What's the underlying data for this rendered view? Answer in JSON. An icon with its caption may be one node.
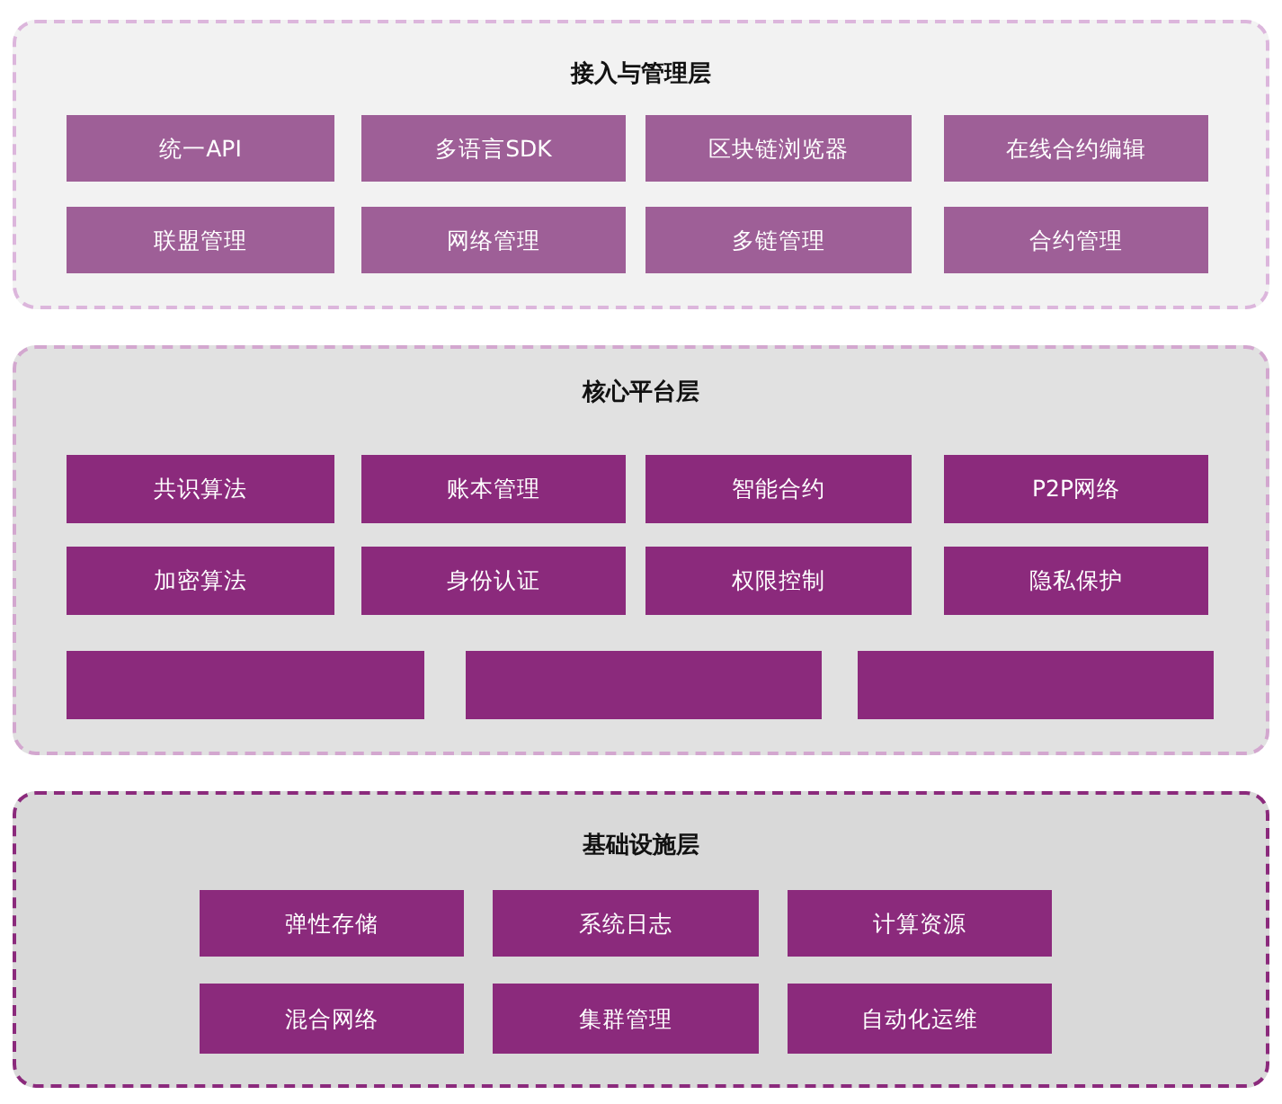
{
  "diagram": {
    "nodes": [
      {
        "text": [
          "接入与管理层"
        ]
      },
      {
        "text": [
          "统一API"
        ],
        "in": 0
      },
      {
        "text": [
          "多语言SDK"
        ],
        "in": 0
      },
      {
        "text": [
          "区块链浏览器"
        ],
        "in": 0
      },
      {
        "text": [
          "在线合约编辑"
        ],
        "in": 0
      },
      {
        "text": [
          "联盟管理"
        ],
        "in": 0
      },
      {
        "text": [
          "网络管理"
        ],
        "in": 0
      },
      {
        "text": [
          "多链管理"
        ],
        "in": 0
      },
      {
        "text": [
          "合约管理"
        ],
        "in": 0
      },
      {
        "text": [
          "核心平台层"
        ]
      },
      {
        "text": [
          "共识算法"
        ],
        "in": 9
      },
      {
        "text": [
          "账本管理"
        ],
        "in": 9
      },
      {
        "text": [
          "智能合约"
        ],
        "in": 9
      },
      {
        "text": [
          "P2P网络"
        ],
        "in": 9
      },
      {
        "text": [
          "加密算法"
        ],
        "in": 9
      },
      {
        "text": [
          "身份认证"
        ],
        "in": 9
      },
      {
        "text": [
          "权限控制"
        ],
        "in": 9
      },
      {
        "text": [
          "隐私保护"
        ],
        "in": 9
      },
      {
        "text": [],
        "shape": "box",
        "in": 9
      },
      {
        "text": [],
        "shape": "box",
        "in": 9
      },
      {
        "text": [],
        "shape": "box",
        "in": 9
      },
      {
        "text": [
          "基础设施层"
        ]
      },
      {
        "text": [
          "弹性存储"
        ],
        "in": 21
      },
      {
        "text": [
          "系统日志"
        ],
        "in": 21
      },
      {
        "text": [
          "计算资源"
        ],
        "in": 21
      },
      {
        "text": [
          "混合网络"
        ],
        "in": 21
      },
      {
        "text": [
          "集群管理"
        ],
        "in": 21
      },
      {
        "text": [
          "自动化运维"
        ],
        "in": 21
      }
    ]
  }
}
